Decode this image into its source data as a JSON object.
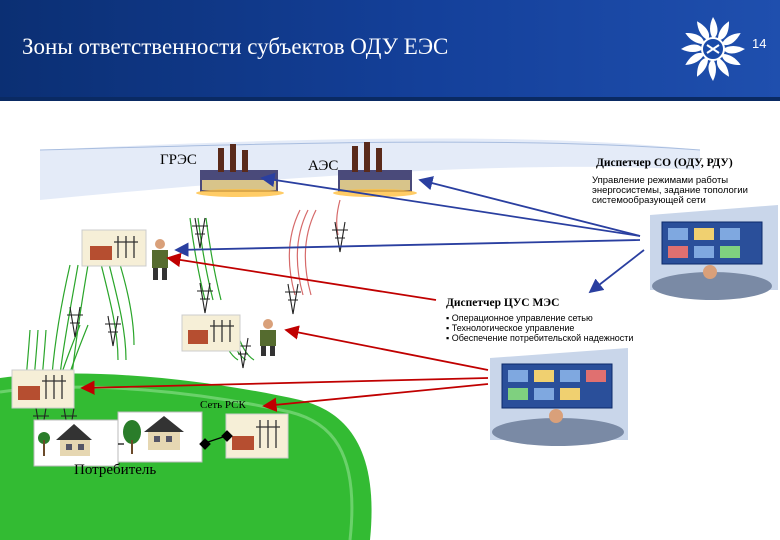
{
  "header": {
    "title": "Зоны ответственности субъектов ОДУ ЕЭС",
    "slide_number": "14"
  },
  "labels": {
    "gres": "ГРЭС",
    "aes": "АЭС",
    "rsk_network": "Сеть РСК",
    "consumer": "Потребитель"
  },
  "dispatcher_so": {
    "title": "Диспетчер СО (ОДУ, РДУ)",
    "description": "Управление режимами работы энергосистемы, задание топологии системообразующей сети"
  },
  "dispatcher_cus": {
    "title": "Диспетчер ЦУС МЭС",
    "items": [
      "Операционное управление сетью",
      "Технологическое управление",
      "Обеспечение потребительской надежности"
    ]
  },
  "colors": {
    "header_bg": "#14409a",
    "arrow_red": "#c00000",
    "arrow_blue": "#2a3fa0",
    "land_green": "#33bb33",
    "sky_blue": "#dfe8f7",
    "line_green": "#2aa52a",
    "line_red": "#d66a6a"
  }
}
